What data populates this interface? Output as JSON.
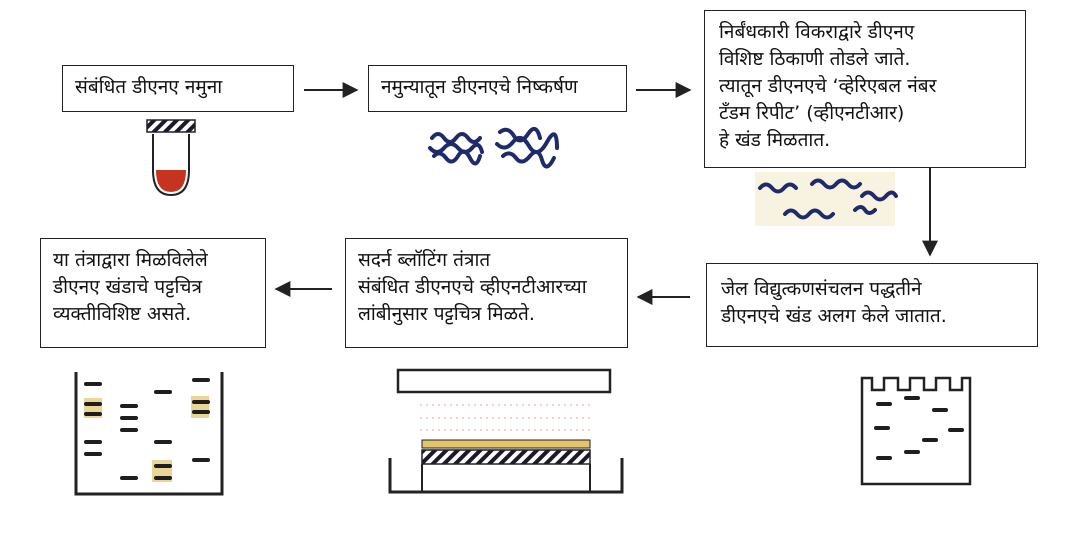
{
  "colors": {
    "line": "#222222",
    "dna": "#1f2a6b",
    "dna_bg": "#f1e9c7",
    "blood": "#c5341f",
    "band": "#1e1e1e",
    "band_glow": "#e3c46a",
    "membrane": "#e3c46a"
  },
  "steps": [
    {
      "id": "step-sample",
      "lines": [
        "संबंधित डीएनए नमुना"
      ]
    },
    {
      "id": "step-extract",
      "lines": [
        "नमुन्यातून डीएनएचे निष्कर्षण"
      ]
    },
    {
      "id": "step-restrict",
      "lines": [
        "निर्बंधकारी विकराद्वारे डीएनए",
        "विशिष्ट ठिकाणी तोडले जाते.",
        "त्यातून डीएनएचे ‘व्हेरिएबल नंबर",
        "टँडम रिपीट’ (व्हीएनटीआर)",
        "हे खंड मिळतात."
      ]
    },
    {
      "id": "step-gel",
      "lines": [
        "जेल विद्युत्कणसंचलन पद्धतीने",
        "डीएनएचे खंड अलग केले जातात."
      ]
    },
    {
      "id": "step-blot",
      "lines": [
        "सदर्न ब्लॉटिंग तंत्रात",
        "संबंधित डीएनएचे व्हीएनटीआरच्या",
        "लांबीनुसार पट्टचित्र मिळते."
      ]
    },
    {
      "id": "step-result",
      "lines": [
        "या तंत्राद्वारा मिळविलेले",
        "डीएनए खंडाचे पट्टचित्र",
        "व्यक्तीविशिष्ट असते."
      ]
    }
  ]
}
